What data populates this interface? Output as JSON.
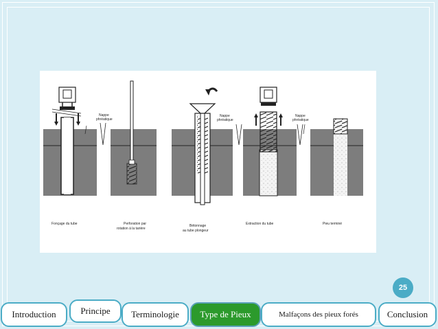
{
  "slide_number": "25",
  "figure": {
    "nappe_line1": "Nappe",
    "nappe_line2": "phréatique",
    "captions": [
      {
        "line1": "Fonçage du tube",
        "line2": ""
      },
      {
        "line1": "Perforation par",
        "line2": "rotation à la tarière"
      },
      {
        "line1": "Bétonnage",
        "line2": "au tube plongeur"
      },
      {
        "line1": "Extraction du tube",
        "line2": ""
      },
      {
        "line1": "Pieu terminé",
        "line2": ""
      }
    ]
  },
  "nav": {
    "items": [
      {
        "label": "Introduction",
        "active": false
      },
      {
        "label": "Principe",
        "active": false
      },
      {
        "label": "Terminologie",
        "active": false
      },
      {
        "label": "Type de Pieux",
        "active": true
      },
      {
        "label": "Malfaçons des pieux forés",
        "active": false
      },
      {
        "label": "Conclusion",
        "active": false
      }
    ]
  },
  "colors": {
    "background": "#d9eef5",
    "accent": "#4bacc6",
    "active_tab": "#2c9a2c",
    "soil": "#7d7d7d"
  }
}
